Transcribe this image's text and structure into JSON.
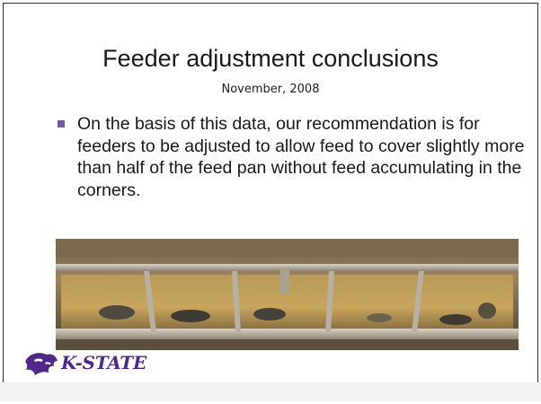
{
  "slide": {
    "title": "Feeder adjustment conclusions",
    "date": "November, 2008",
    "bullets": [
      "On the basis of this data, our recommendation is for feeders to be adjusted to allow feed to cover slightly more than half of the feed pan without feed accumulating in the corners."
    ],
    "bullet_color": "#7a55a6"
  },
  "logo": {
    "text": "K-STATE",
    "icon": "wildcat-icon",
    "color": "#512888"
  }
}
